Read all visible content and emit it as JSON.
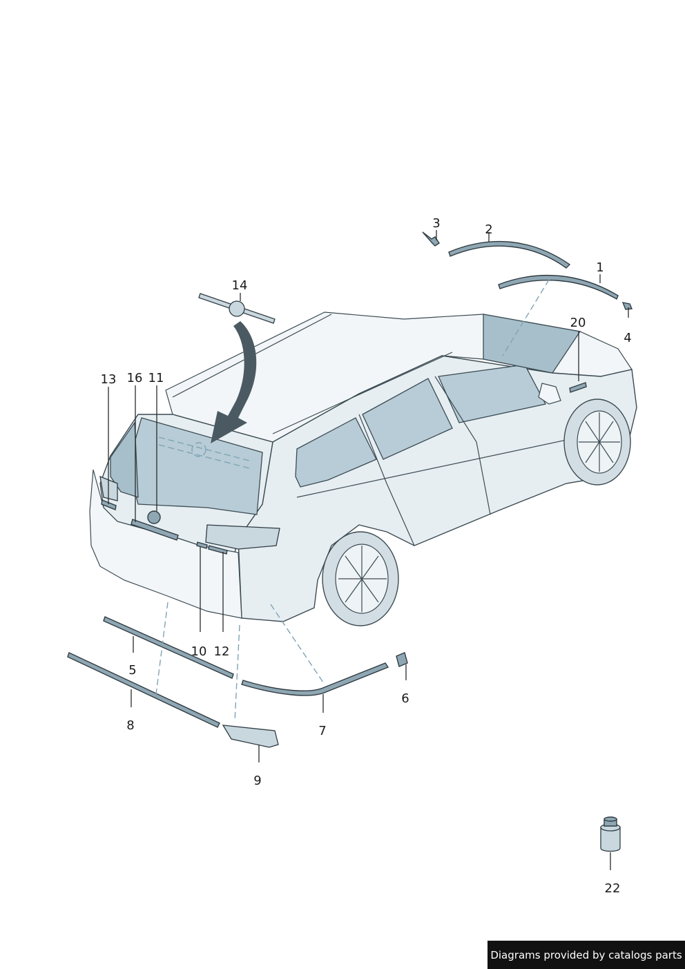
{
  "callouts": [
    "1",
    "2",
    "3",
    "4",
    "5",
    "6",
    "7",
    "8",
    "9",
    "10",
    "11",
    "12",
    "13",
    "14",
    "16",
    "20",
    "22"
  ],
  "footer_text": "Diagrams provided by catalogs parts"
}
